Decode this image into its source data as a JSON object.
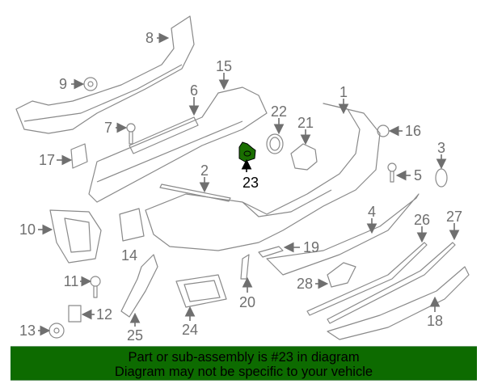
{
  "diagram": {
    "highlighted_part": "23",
    "highlight_color": "#1a6e00",
    "callouts": [
      "8",
      "9",
      "15",
      "6",
      "1",
      "22",
      "21",
      "16",
      "7",
      "17",
      "3",
      "23",
      "5",
      "2",
      "10",
      "4",
      "26",
      "27",
      "14",
      "19",
      "11",
      "28",
      "12",
      "20",
      "13",
      "25",
      "24",
      "18"
    ]
  },
  "banner": {
    "line1": "Part or sub-assembly is #23 in diagram",
    "line2": "Diagram may not be specific to your vehicle",
    "background": "#0d6b00"
  }
}
